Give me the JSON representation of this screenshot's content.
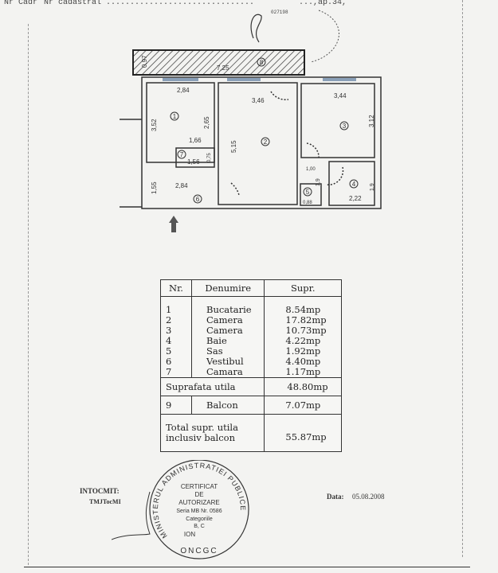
{
  "header": {
    "nr_cad": "Nr Cadr",
    "nr_cadastral": "Nr cadastral ...............................",
    "address_fragment": "...,ap.34,",
    "stamp_number": "027198"
  },
  "plan": {
    "balcony_width": "7,25",
    "balcony_depth": "0,97",
    "dims": {
      "r1_width": "2,84",
      "r1_len": "3,52",
      "r1_inner": "2,65",
      "r2_width": "3,46",
      "r2_len": "5,15",
      "r3_width": "3,44",
      "r3_len": "3,12",
      "r7_top": "1,66",
      "r7_width": "1,56",
      "r7_depth": "0,75",
      "hall_width": "2,84",
      "hall_len": "1,55",
      "r5_top": "1,00",
      "r5_len": "1,9",
      "r5_width": "0,88",
      "r4_width": "2,22",
      "r4_len": "1,9"
    },
    "room_numbers": [
      "1",
      "2",
      "3",
      "4",
      "5",
      "6",
      "7",
      "8"
    ]
  },
  "table": {
    "headers": [
      "Nr.",
      "Denumire",
      "Supr."
    ],
    "rows": [
      {
        "nr": "1",
        "name": "Bucatarie",
        "area": "8.54mp"
      },
      {
        "nr": "2",
        "name": "Camera",
        "area": "17.82mp"
      },
      {
        "nr": "3",
        "name": "Camera",
        "area": "10.73mp"
      },
      {
        "nr": "4",
        "name": "Baie",
        "area": "4.22mp"
      },
      {
        "nr": "5",
        "name": "Sas",
        "area": "1.92mp"
      },
      {
        "nr": "6",
        "name": "Vestibul",
        "area": "4.40mp"
      },
      {
        "nr": "7",
        "name": "Camara",
        "area": "1.17mp"
      }
    ],
    "useful_label": "Suprafata utila",
    "useful_value": "48.80mp",
    "balcony": {
      "nr": "9",
      "name": "Balcon",
      "area": "7.07mp"
    },
    "total_label_1": "Total supr. utila",
    "total_label_2": "inclusiv balcon",
    "total_value": "55.87mp"
  },
  "footer": {
    "prepared_label": "INTOCMIT:",
    "prepared_name": "TMJTocMI",
    "date_label": "Data:",
    "date_value": "05.08.2008",
    "stamp": {
      "ring_top": "MINISTERUL ADMINISTRATIEI PUBLICE",
      "ring_bottom": "ONCGC",
      "line1": "CERTIFICAT",
      "line2": "DE",
      "line3": "AUTORIZARE",
      "line4": "Seria MB Nr. 0586",
      "line5": "Categoriile",
      "line6": "B, C",
      "line7": "ION"
    }
  }
}
